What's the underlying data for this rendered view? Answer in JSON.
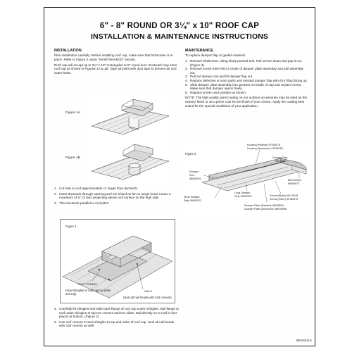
{
  "header": {
    "title_line1": "6\" - 8\" ROUND OR 3¼\" x 10\" ROOF CAP",
    "title_line2": "INSTALLATION & MAINTENANCE INSTRUCTIONS"
  },
  "installation": {
    "heading": "INSTALLATION",
    "intro1": "Plan installation carefully. Before installing roof cap, make sure that birdscreen is in place. Refer to Figure 3 under \"MAINTENANCE\" section.",
    "intro2": "Roof cap will accept up to 3¼\" x 10\" rectangular or 8\" round duct. Ductwork may enter roof cap as shown in Figures 1A & 1B. Tape all joints with duct tape to prevent air and water leaks.",
    "figure1a_label": "Figure 1A",
    "figure1b_label": "Figure 1B",
    "steps": [
      {
        "n": "1.",
        "text": "Cut hole in roof approximately ¼\" larger than ductwork."
      },
      {
        "n": "2.",
        "text": "Insert ductwork through opening and run it back to fan or range hood. Leave a maximum of ¾\" of duct projecting above roof surface on the high side."
      },
      {
        "n": "3.",
        "text": "Trim ductwork parallel to roof pitch."
      }
    ],
    "figure2_label": "Figure 2",
    "roof_cement_label": "ROOF CEMENT",
    "roof_cement_note": "(Seal shingles to roof cap on sides and top)",
    "nails_label": "NAILS",
    "nails_note": "(Seal all nail heads with roof cement)",
    "steps2": [
      {
        "n": "4.",
        "text": "Carefully lift shingles and slide back flange of roof cap under shingles. Nail flange to roof under shingles at top two corners and two sides. Nail directly on to roof in four places at bottom. (Figure 2)"
      },
      {
        "n": "5.",
        "text": "Use roof cement to seal shingles to top and sides of roof cap. Seal all nail heads with roof cement as well."
      }
    ]
  },
  "maintenance": {
    "heading": "MAINTENANCE",
    "intro": "To replace damper flap or gasket material:",
    "steps": [
      {
        "n": "1.",
        "text": "Remove birdscreen, using sharp pointed tool. Pull screen down and pop it out. (Figure 3)"
      },
      {
        "n": "2.",
        "text": "Remove screw (Item #8) in center of damper plate assembly and pull assembly out."
      },
      {
        "n": "3.",
        "text": "Pull out damper rod and lift damper flap out."
      },
      {
        "n": "4.",
        "text": "Replace defective or worn parts and reinstall damper flap with rib in flap facing up."
      },
      {
        "n": "5.",
        "text": "Slide damper plate assembly into grooves on inside of cap and replace screw. Make sure that damper opens freely."
      },
      {
        "n": "6.",
        "text": "Replace screen and position as shown."
      }
    ],
    "note": "NOTE: The high quality paint coating on our outdoor accessories may be used as the exterior finish or as a prime coat for the finish of your choice. Apply the coating best suited for the special conditions of your application.",
    "figure3": {
      "label": "Figure 3",
      "housing": [
        "Housing (Painted) 97006176",
        "Housing (Aluminum) 97006250"
      ],
      "damper_flap": [
        "Damper Flap",
        "98005581"
      ],
      "damper_rod": [
        "Damper",
        "Rod",
        "98005576"
      ],
      "bird_screen": [
        "Bird Screen",
        "98005577"
      ],
      "long_sealant": [
        "Long Sealant",
        "Strip 99500321"
      ],
      "short_sealant": [
        "Short Sealant",
        "Strip 99500322"
      ],
      "screw": [
        "Screw (Black) 99170245",
        "Screw (Silver) 99150576"
      ],
      "damper_plate": [
        "Damper Plate (Painted) 98005584",
        "Damper Plate (Aluminum) 98005598"
      ]
    }
  },
  "footer": {
    "code": "99040511G"
  }
}
